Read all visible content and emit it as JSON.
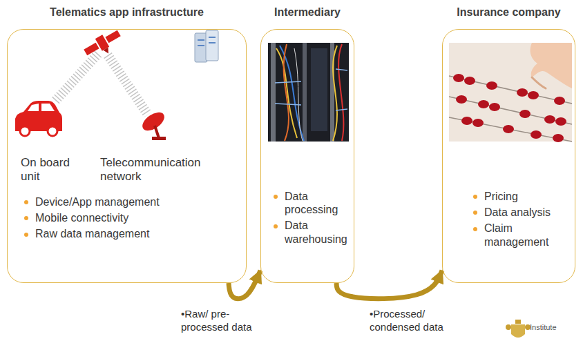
{
  "diagram": {
    "nodes": [
      {
        "text": [
          "Telematics app infrastructure",
          "Device/App management",
          "Mobile connectivity",
          "Raw data management"
        ]
      },
      {
        "text": [
          "Intermediary",
          "Data processing",
          "Data warehousing"
        ]
      },
      {
        "text": [
          "Insurance company",
          "Pricing",
          "Data analysis",
          "Claim management"
        ]
      }
    ],
    "edges": [
      {
        "from": 0,
        "to": 1,
        "arrow": "to",
        "label": "•Raw/ pre-processed data"
      },
      {
        "from": 1,
        "to": 2,
        "arrow": "to",
        "label": "•Processed/ condensed data"
      }
    ],
    "labels": [
      "On board unit",
      "Telecommunication network",
      "Institute"
    ]
  }
}
